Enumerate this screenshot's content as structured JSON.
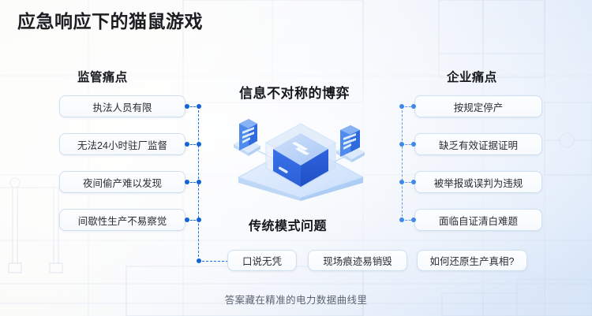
{
  "page": {
    "title": "应急响应下的猫鼠游戏",
    "caption": "答案藏在精准的电力数据曲线里",
    "accent_color": "#1463d6",
    "accent_light": "#5b9bee",
    "card_border_color": "#cfe0f2",
    "background_color": "#e6eefa"
  },
  "center": {
    "heading": "信息不对称的博弈",
    "illustration_name": "isometric-server-box-illustration"
  },
  "left_column": {
    "heading": "监管痛点",
    "items": [
      {
        "label": "执法人员有限"
      },
      {
        "label": "无法24小时驻厂监督"
      },
      {
        "label": "夜间偷产难以发现"
      },
      {
        "label": "间歇性生产不易察觉"
      }
    ]
  },
  "right_column": {
    "heading": "企业痛点",
    "items": [
      {
        "label": "按规定停产"
      },
      {
        "label": "缺乏有效证据证明"
      },
      {
        "label": "被举报或误判为违规"
      },
      {
        "label": "面临自证清白难题"
      }
    ]
  },
  "bottom_section": {
    "heading": "传统模式问题",
    "items": [
      {
        "label": "口说无凭"
      },
      {
        "label": "现场痕迹易销毁"
      },
      {
        "label": "如何还原生产真相?"
      }
    ]
  }
}
